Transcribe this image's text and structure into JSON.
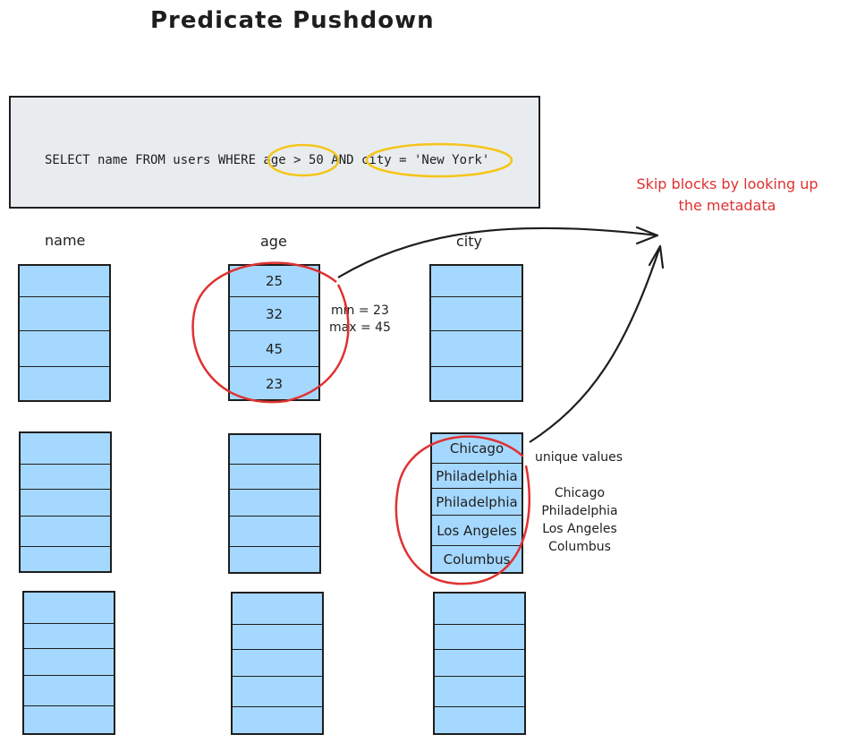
{
  "title": "Predicate Pushdown",
  "query": "SELECT name FROM users WHERE age > 50 AND city = 'New York'",
  "columns": {
    "name": "name",
    "age": "age",
    "city": "city"
  },
  "age_block": {
    "values": [
      "25",
      "32",
      "45",
      "23"
    ],
    "min_label": "min = 23",
    "max_label": "max = 45"
  },
  "city_block": {
    "values": [
      "Chicago",
      "Philadelphia",
      "Philadelphia",
      "Los Angeles",
      "Columbus"
    ],
    "unique_label": "unique values",
    "unique_values": [
      "Chicago",
      "Philadelphia",
      "Los Angeles",
      "Columbus"
    ]
  },
  "annotation": {
    "line1": "Skip blocks by looking up",
    "line2": "the metadata"
  },
  "colors": {
    "block_fill": "#a5d8ff",
    "highlight_yellow": "#f5c518",
    "circle_red": "#e03131",
    "query_bg": "#e9ecef"
  }
}
